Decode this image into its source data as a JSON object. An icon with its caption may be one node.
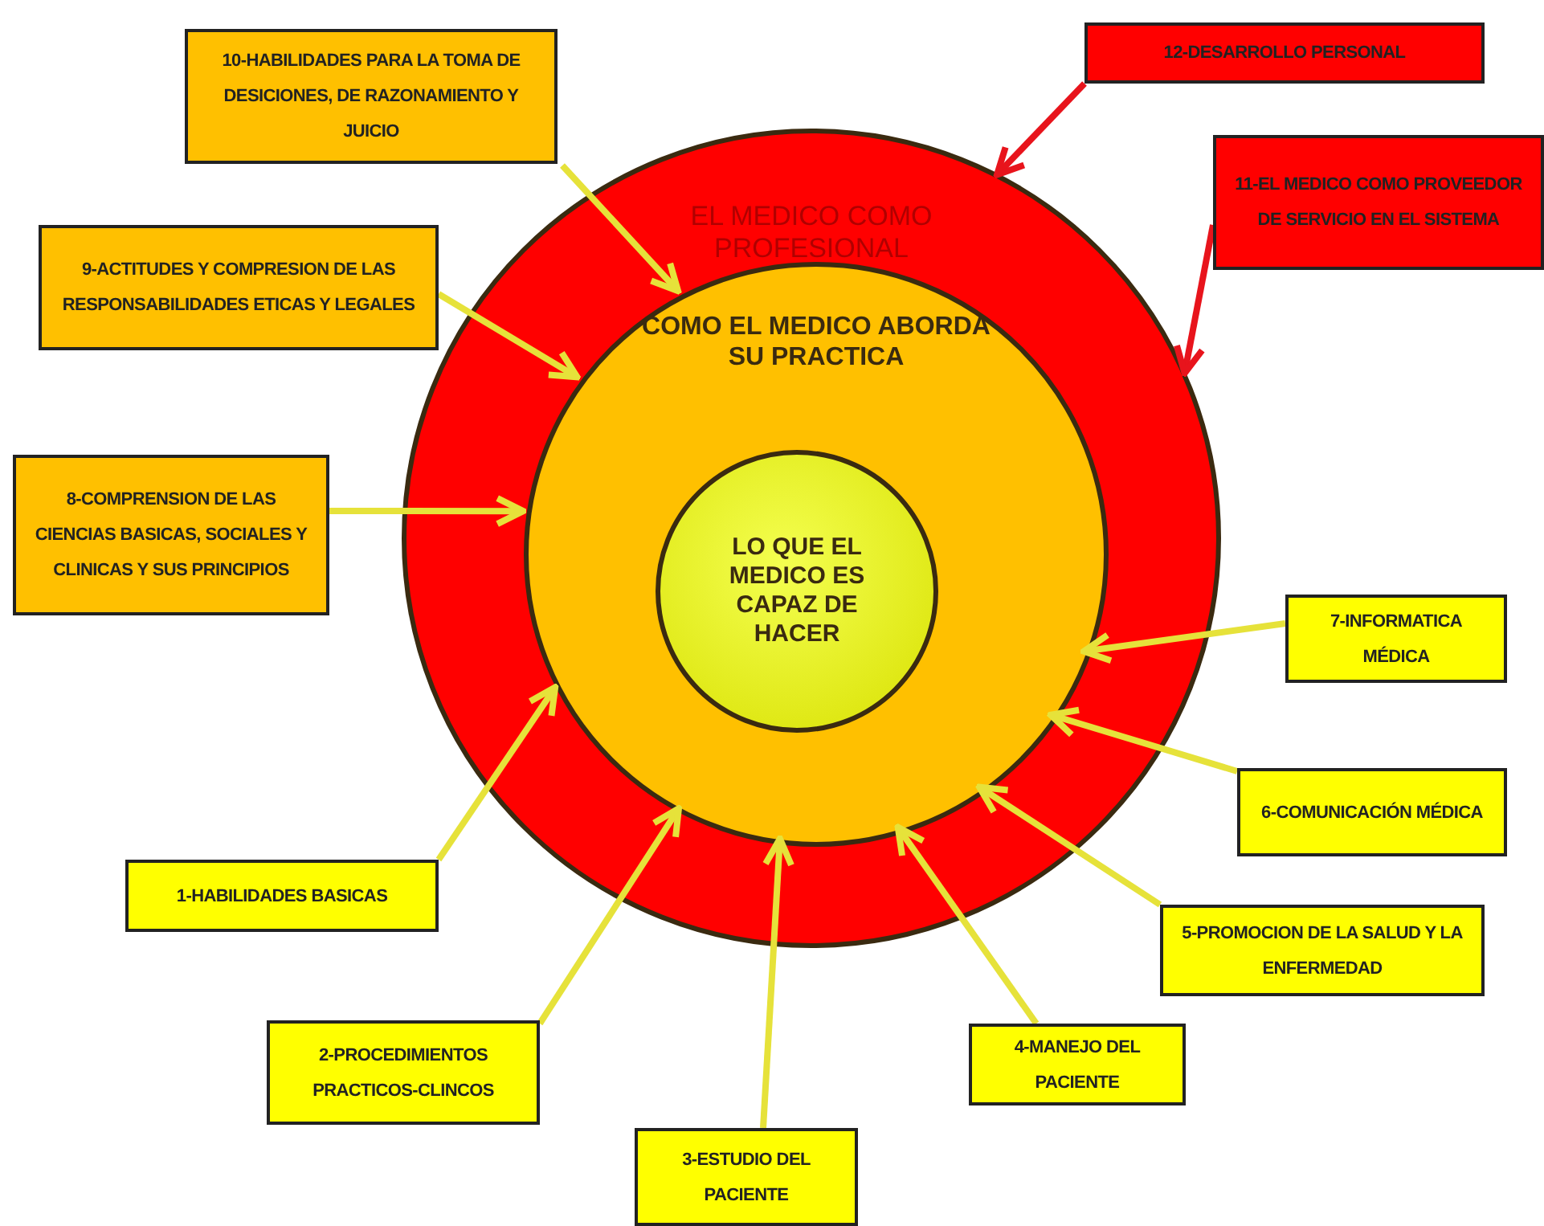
{
  "diagram": {
    "nodes": [
      {
        "text": [
          "EL MEDICO COMO PROFESIONAL"
        ]
      },
      {
        "text": [
          "COMO EL MEDICO ABORDA SU PRACTICA"
        ],
        "in": 0
      },
      {
        "text": [
          "LO QUE EL MEDICO ES CAPAZ DE HACER"
        ],
        "in": 1
      },
      {
        "text": [
          "10-HABILIDADES PARA LA TOMA DE DESICIONES, DE RAZONAMIENTO Y JUICIO"
        ]
      },
      {
        "text": [
          "12-DESARROLLO PERSONAL"
        ]
      },
      {
        "text": [
          "11-EL MEDICO COMO PROVEEDOR DE SERVICIO EN EL SISTEMA"
        ]
      },
      {
        "text": [
          "9-ACTITUDES Y COMPRESION DE LAS RESPONSABILIDADES ETICAS Y LEGALES"
        ]
      },
      {
        "text": [
          "8-COMPRENSION DE LAS CIENCIAS BASICAS, SOCIALES Y CLINICAS Y SUS PRINCIPIOS"
        ]
      },
      {
        "text": [
          "7-INFORMATICA MÉDICA"
        ]
      },
      {
        "text": [
          "6-COMUNICACIÓN MÉDICA"
        ]
      },
      {
        "text": [
          "1-HABILIDADES BASICAS"
        ]
      },
      {
        "text": [
          "5-PROMOCION DE LA SALUD Y LA ENFERMEDAD"
        ]
      },
      {
        "text": [
          "2-PROCEDIMIENTOS PRACTICOS-CLINCOS"
        ]
      },
      {
        "text": [
          "4-MANEJO DEL PACIENTE"
        ]
      },
      {
        "text": [
          "3-ESTUDIO DEL PACIENTE"
        ]
      }
    ],
    "edges": [
      {
        "from": 3,
        "to": 1,
        "arrow": "to"
      },
      {
        "from": 4,
        "to": 0,
        "arrow": "to",
        "color": "#e8141c"
      },
      {
        "from": 5,
        "to": 0,
        "arrow": "to",
        "color": "#e8141c"
      },
      {
        "from": 6,
        "to": 1,
        "arrow": "to"
      },
      {
        "from": 7,
        "to": 1,
        "arrow": "to"
      },
      {
        "from": 8,
        "to": 1,
        "arrow": "to"
      },
      {
        "from": 9,
        "to": 1,
        "arrow": "to"
      },
      {
        "from": 10,
        "to": 1,
        "arrow": "to"
      },
      {
        "from": 11,
        "to": 1,
        "arrow": "to"
      },
      {
        "from": 12,
        "to": 1,
        "arrow": "to"
      },
      {
        "from": 13,
        "to": 1,
        "arrow": "to"
      },
      {
        "from": 14,
        "to": 1,
        "arrow": "to"
      }
    ]
  }
}
